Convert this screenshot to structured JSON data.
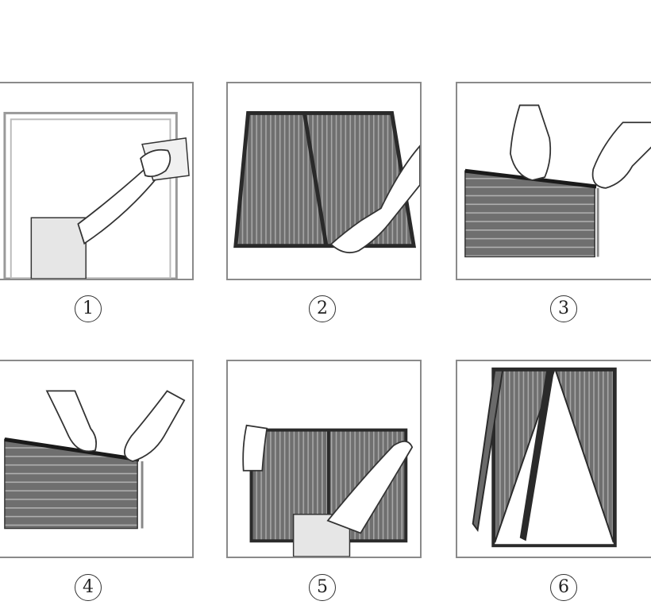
{
  "steps": [
    {
      "number": "1"
    },
    {
      "number": "2"
    },
    {
      "number": "3"
    },
    {
      "number": "4"
    },
    {
      "number": "5"
    },
    {
      "number": "6"
    }
  ],
  "colors": {
    "screen": "#6f6f6f",
    "frame": "#2a2a2a",
    "border": "#8a8a8a",
    "skin": "#ffffff",
    "sleeve": "#e6e6e6"
  }
}
